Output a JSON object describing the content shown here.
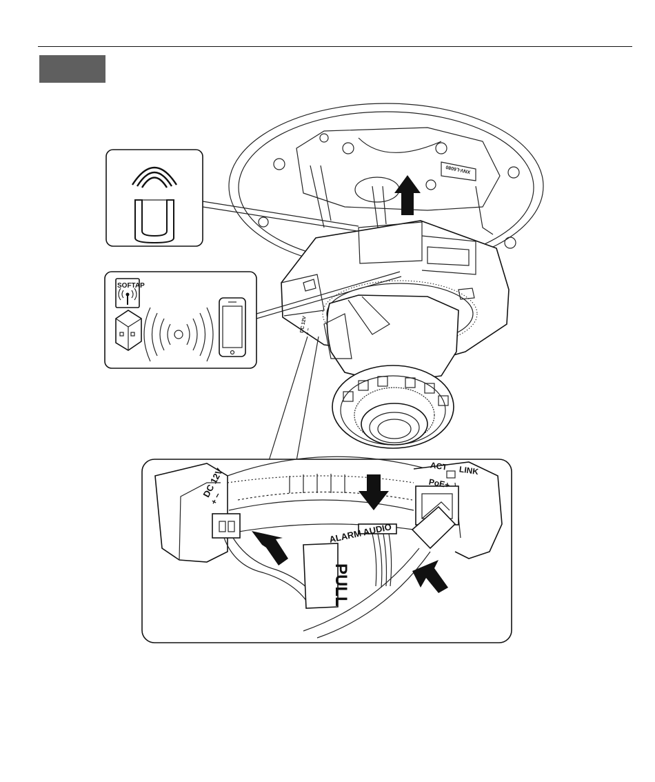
{
  "section_tab_label": "",
  "softap_panel": {
    "badge_label": "SOFTAP"
  },
  "camera_labels": {
    "dc_small": "DC 12V",
    "dc_small_polarity": "+ −"
  },
  "detail_panel": {
    "dc_label": "DC 12V",
    "dc_polarity": "+ −",
    "alarm_audio_label": "ALARM AUDIO",
    "pull_label": "PULL",
    "act_label": "ACT",
    "link_label": "LINK",
    "poe_label": "PoE+"
  },
  "icons": [
    "magnet-icon",
    "softap-wifi-icon",
    "usb-dongle-icon",
    "wireless-signal-icon",
    "smartphone-icon",
    "push-arrow-icon",
    "lift-arrow-icon"
  ]
}
